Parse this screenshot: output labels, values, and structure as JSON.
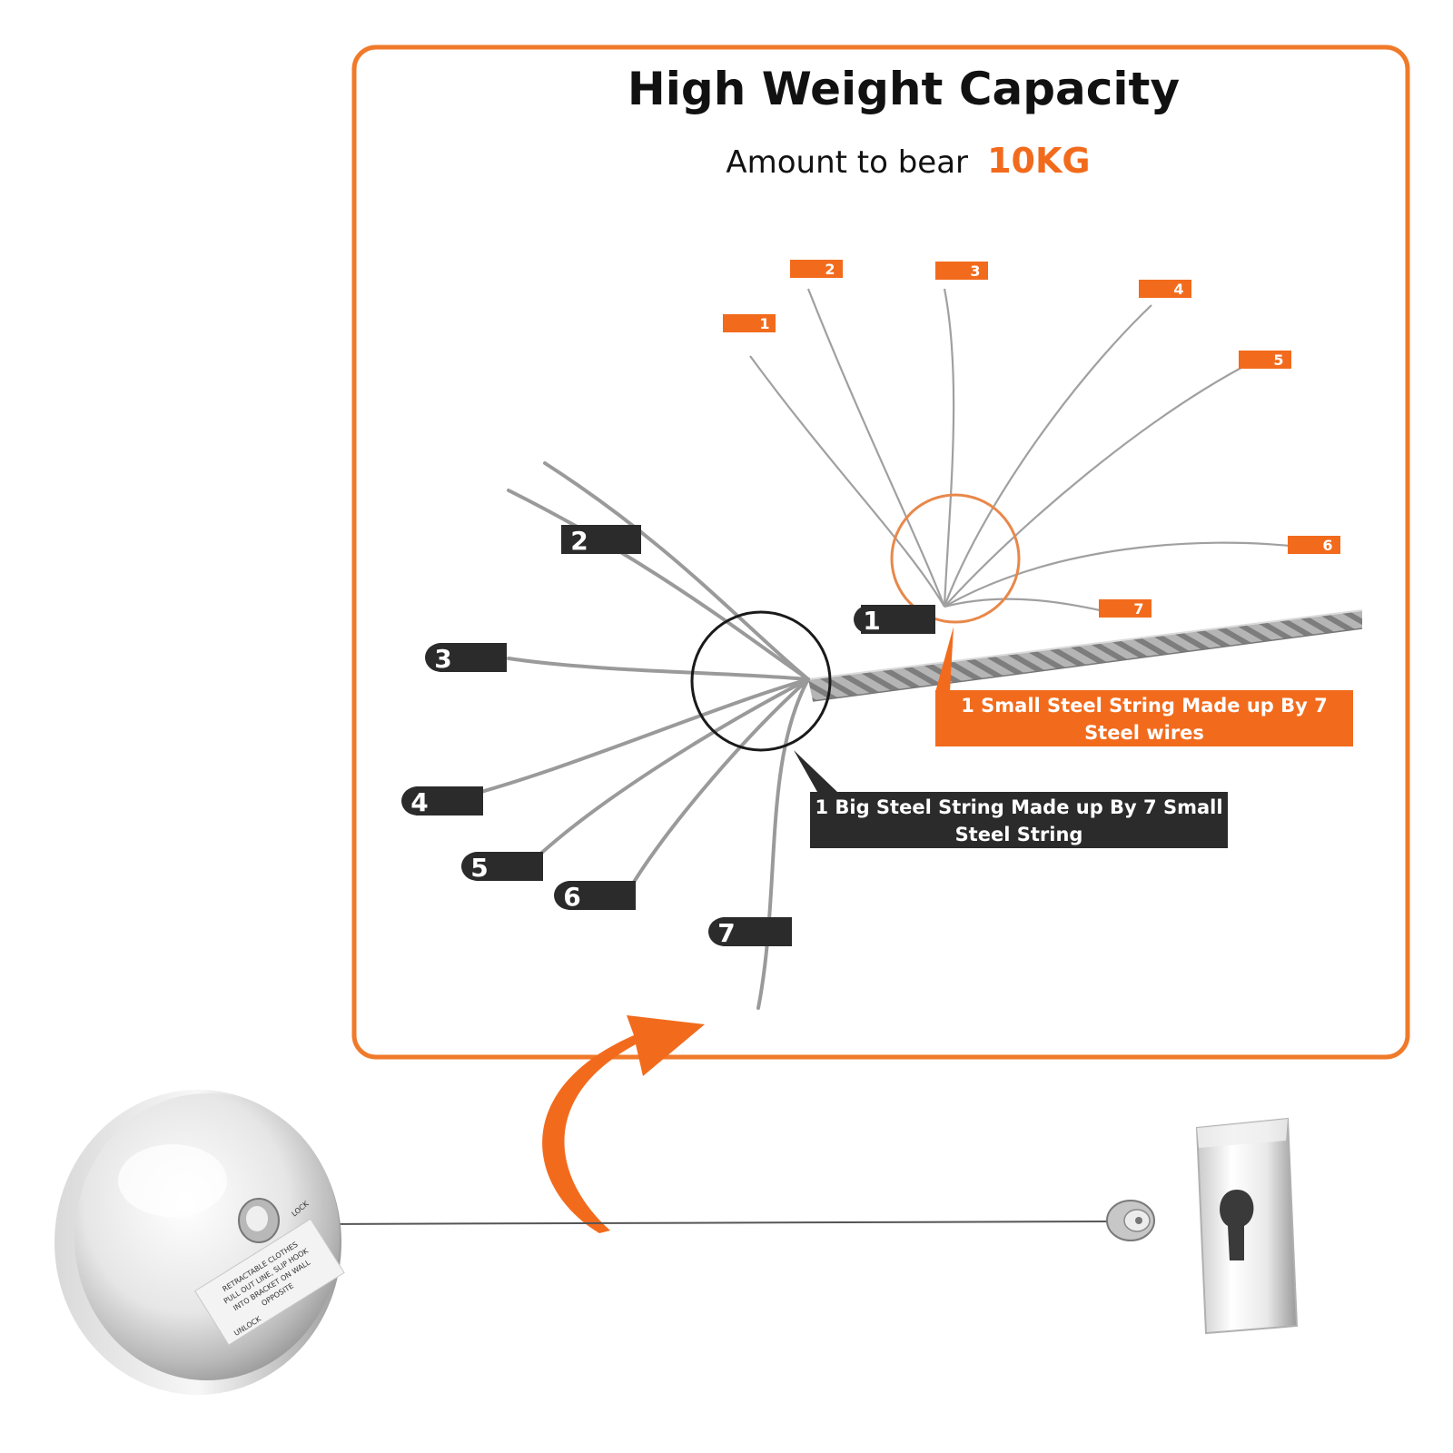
{
  "title": "High Weight Capacity",
  "subtitle": {
    "prefix": "Amount to bear",
    "value": "10KG"
  },
  "colors": {
    "accent": "#f26b1d",
    "dark": "#2b2b2b",
    "frame": "#f07a2a",
    "wire": "#9c9c9c",
    "white": "#ffffff",
    "text": "#111111"
  },
  "small_wire_tags": [
    "1",
    "2",
    "3",
    "4",
    "5",
    "6",
    "7"
  ],
  "big_string_tags": [
    "1",
    "2",
    "3",
    "4",
    "5",
    "6",
    "7"
  ],
  "callouts": {
    "small": {
      "line1": "1 Small Steel String Made up By 7",
      "line2": "Steel wires"
    },
    "big": {
      "line1": "1 Big Steel String Made up By 7 Small",
      "line2": "Steel String"
    }
  },
  "reel_label": {
    "lock": "LOCK",
    "unlock": "UNLOCK",
    "line1": "RETRACTABLE CLOTHES",
    "line2": "PULL OUT LINE, SLIP HOOK",
    "line3": "INTO BRACKET ON WALL",
    "line4": "OPPOSITE"
  },
  "icons": [
    "curved-arrow-icon",
    "reel-device-icon",
    "wall-hook-icon",
    "end-clip-icon"
  ]
}
